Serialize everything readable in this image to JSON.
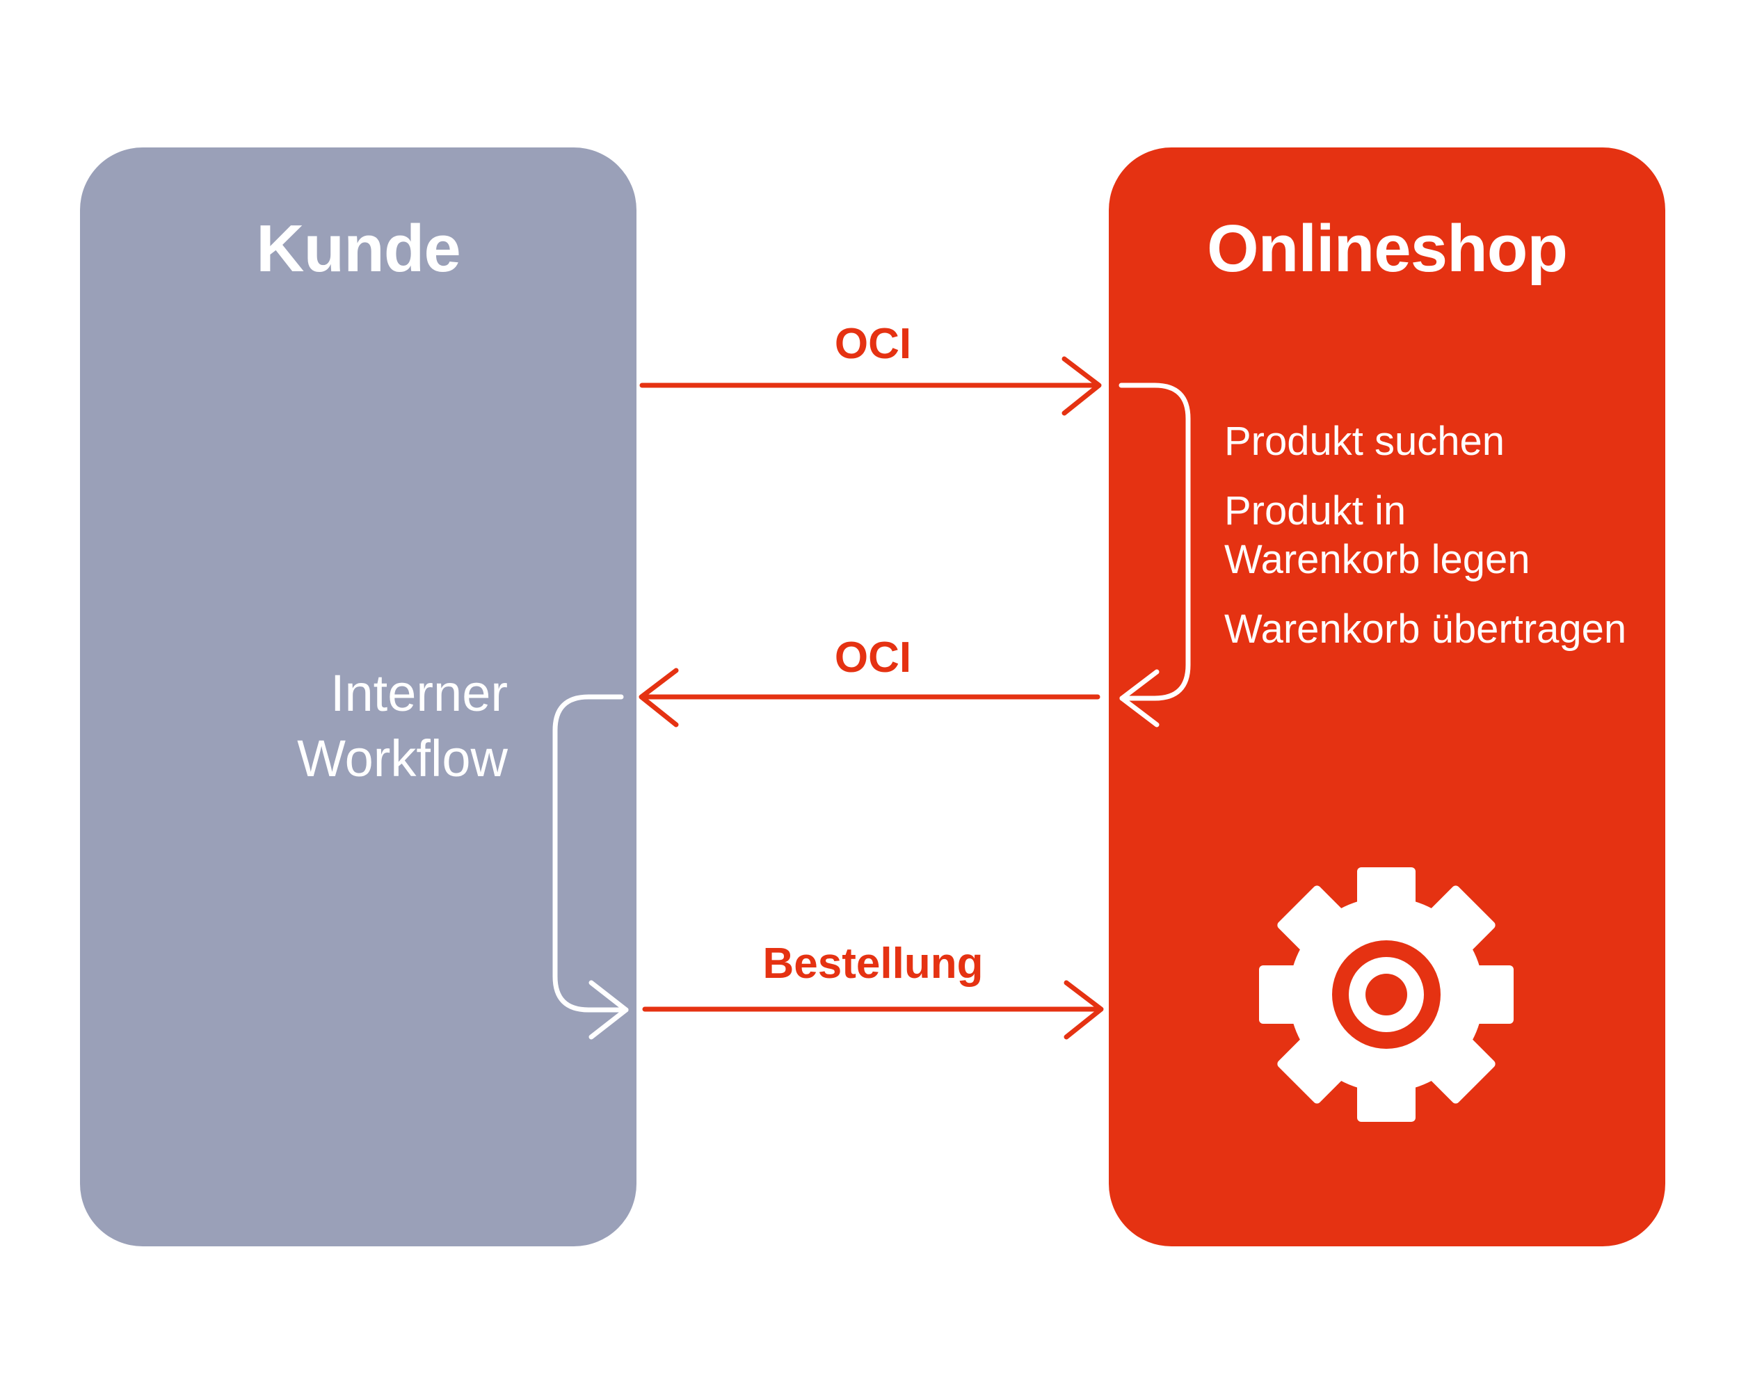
{
  "colors": {
    "kunde_panel": "#9aa0b8",
    "shop_panel": "#e53212",
    "arrow": "#e53212",
    "text_light": "#ffffff"
  },
  "kunde": {
    "title": "Kunde",
    "workflow_line1": "Interner",
    "workflow_line2": "Workflow"
  },
  "onlineshop": {
    "title": "Onlineshop",
    "steps": [
      "Produkt suchen",
      "Produkt in",
      "Warenkorb legen",
      "Warenkorb übertragen"
    ]
  },
  "arrows": {
    "oci_top": "OCI",
    "oci_middle": "OCI",
    "bestellung": "Bestellung"
  },
  "icons": {
    "shop_process": "gear-icon"
  }
}
